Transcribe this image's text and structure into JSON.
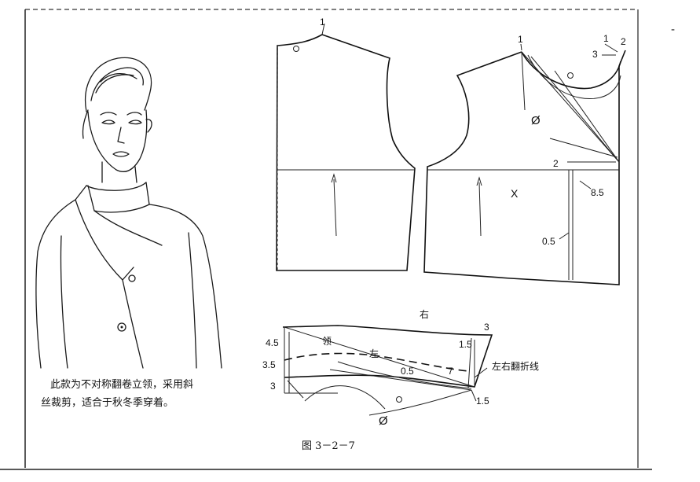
{
  "caption": {
    "line1": "此款为不对称翻卷立领，采用斜",
    "line2": "丝裁剪，适合于秋冬季穿着。"
  },
  "figure_caption": "图 3－2－7",
  "margin_mark": "-",
  "back_bodice": {
    "label_1": "1"
  },
  "front_bodice": {
    "label_1_left": "1",
    "label_1_right": "1",
    "label_2_top": "2",
    "label_3": "3",
    "label_phi": "Ø",
    "label_2_mid": "2",
    "label_8_5": "8.5",
    "label_x": "X",
    "label_0_5": "0.5"
  },
  "collar": {
    "label_right": "右",
    "label_3": "3",
    "label_4_5": "4.5",
    "label_collar": "领",
    "label_left": "左",
    "label_1_5_top": "1.5",
    "label_3_5": "3.5",
    "label_0_5": "0.5",
    "label_7": "7",
    "label_fold": "左右翻折线",
    "label_3_bottom": "3",
    "label_1_5_bottom": "1.5",
    "label_phi": "Ø"
  }
}
